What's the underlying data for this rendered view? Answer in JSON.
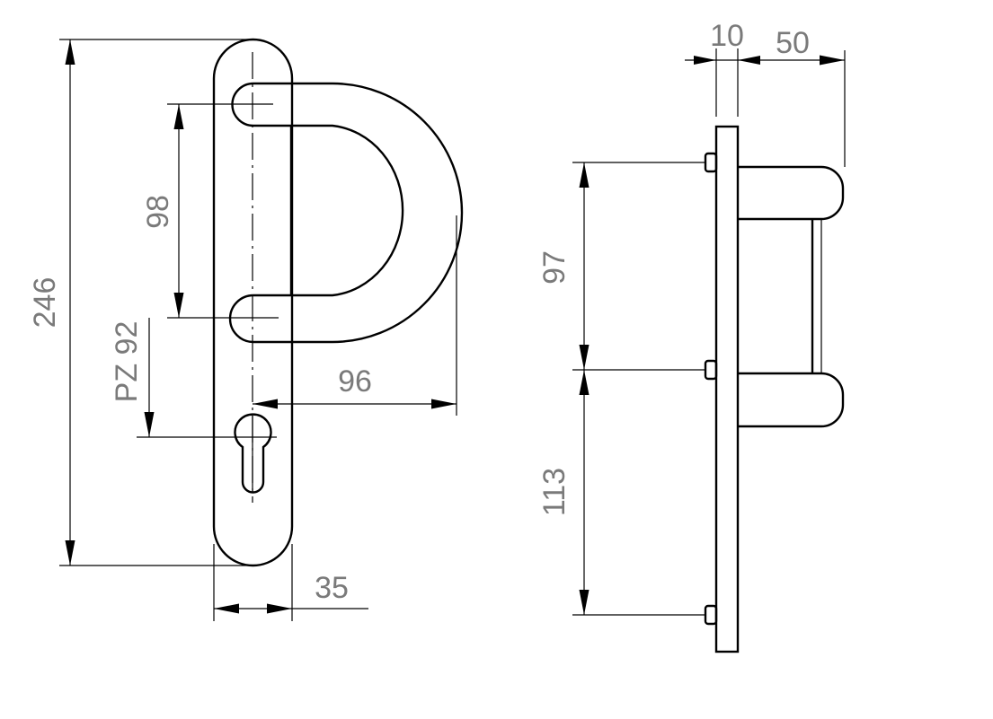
{
  "dimensions": {
    "overall_height": "246",
    "spacing_98": "98",
    "pz": "PZ 92",
    "projection_96": "96",
    "plate_width": "35",
    "thickness_10": "10",
    "depth_50": "50",
    "upper_97": "97",
    "lower_113": "113"
  },
  "colors": {
    "dimension_text": "#7a7a7a",
    "line": "#000000",
    "background": "#ffffff"
  }
}
